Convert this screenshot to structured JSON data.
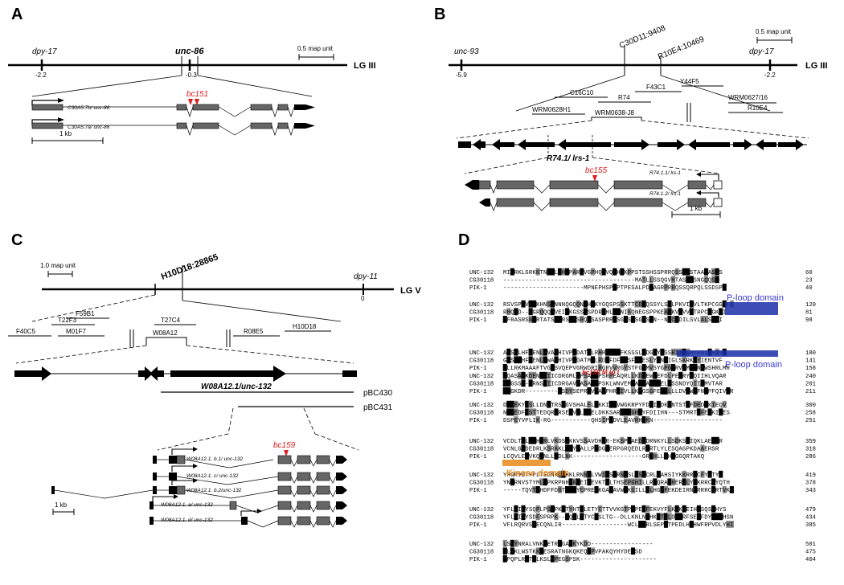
{
  "panels": {
    "a": {
      "letter": "A",
      "genes": {
        "dpy17": "dpy-17",
        "unc86": "unc-86"
      },
      "positions": {
        "dpy17": "-2.2",
        "unc86": "-0.3"
      },
      "scale": "0.5 map unit",
      "chrom": "LG III",
      "allele": "bc151",
      "transcripts": [
        "C30A5.7b/ unc-86",
        "C30A5.7a/ unc-86"
      ],
      "kb": "1 kb"
    },
    "b": {
      "letter": "B",
      "genes": {
        "unc93": "unc-93",
        "dpy17": "dpy-17"
      },
      "positions": {
        "unc93": "-5.9",
        "dpy17": "-2.2"
      },
      "snp": [
        "C30D11:9408",
        "R10E4:10469"
      ],
      "scale": "0.5 map unit",
      "chrom": "LG III",
      "cosmids": [
        "C16C10",
        "R74",
        "F43C1",
        "Y44F5",
        "WRM0628H1",
        "WRM0638-J8",
        "WRM0627/16",
        "R10E4"
      ],
      "gene": "R74.1/ lrs-1",
      "allele": "bc155",
      "transcripts": [
        "R74.1.1/ lrs-1",
        "R74.1.2/ lrs-1"
      ],
      "kb": "1 kb"
    },
    "c": {
      "letter": "C",
      "scale": "1.0 map unit",
      "snp": "H10D18:28865",
      "gene_dpy": "dpy-11",
      "pos_dpy": "0",
      "chrom": "LG V",
      "cosmids": [
        "T22F3",
        "F59B1",
        "T27C4",
        "F40C5",
        "M01F7",
        "W08A12",
        "R08E5",
        "H10D18"
      ],
      "gene": "W08A12.1/unc-132",
      "plasmids": [
        "pBC430",
        "pBC431"
      ],
      "allele": "bc159",
      "transcripts": [
        "W08A12.1. b.1/ unc-132",
        "W08A12.1. c/ unc-132",
        "W08A12.1. b.2/unc-132",
        "W08A12.1. a/ unc-132",
        "W08A12.1. d/ unc-132"
      ],
      "kb": "1 kb"
    },
    "d": {
      "letter": "D",
      "domains": {
        "ploop": "P-loop domain",
        "kinase": "Kinase domain"
      },
      "mutation": "bc159 M to I",
      "blocks": [
        {
          "rows": [
            {
              "name": "UNC-132",
              "seq": "MIARKLGRKKTNKSLKHPPARTVGPHQPVQPHAKPPSTSSHSSPRRQSSRSSTAAAASNS",
              "num": "60"
            },
            {
              "name": "CG30118",
              "seq": "------------------------------------MATLLSSQGVHTASSTSNGQQSQ",
              "num": "23"
            },
            {
              "name": "PIK-1",
              "seq": "----------------------MPNEPHSPIPTPESALPDPAGRPRRQSSQRPQLSSDSPS",
              "num": "40"
            }
          ]
        },
        {
          "rows": [
            {
              "name": "UNC-132",
              "seq": "RSVSPIVRIKHNSQNNNQGQQNFHRKYGQSPSSKTTCDSQSSYLSSLPKVIVVLTKPCGGKTI",
              "num": "120"
            },
            {
              "name": "CG30118",
              "seq": "RHQQD--RGRQQQQVEIKKGSSPSPDRHHLDLNIKQNEGSPPKEAPKVIVVLTRPCGGKTI",
              "num": "81"
            },
            {
              "name": "PIK-1",
              "seq": "AFRASRSNSRTATSHSRSSTSRQNSASPRRKSGGSSSGSSNN--NPCADILSVLALSKII",
              "num": "98"
            }
          ]
        },
        {
          "rows": [
            {
              "name": "UNC-132",
              "seq": "AQSLLHFFENLGVAMHIVPEDATLLRHRGEPQFKSSSLGDGQYVSSRITHLHYRNIEHTVF",
              "num": "180"
            },
            {
              "name": "CG30118",
              "seq": "GQSLCHFFENLGWAMHIVPEDATMCLRDGFDFKSSFLPESLYHNTIGLSKRKAYIENTVF",
              "num": "141"
            },
            {
              "name": "PIK-1",
              "seq": "SLLRKMAAAFTVGVSVQEPVGRWDRIRGRVVRGYSTFGGMVSYGPGERVRMTHNWWSHRLMR",
              "num": "158"
            }
          ]
        },
        {
          "rows": [
            {
              "name": "UNC-132",
              "seq": "NQASAIKDENDLIICDRGMLDPSAYSPSRPEAQRLLKDLEWEEFDLPESRYYQIIHLVQAR",
              "num": "240"
            },
            {
              "name": "CG30118",
              "seq": "KEGSSS-KRNSLIICDRGAVDASAYSPSKLWNVEMPAKVAKEFELPSSNDYQIIHMVTAR",
              "num": "201"
            },
            {
              "name": "PIK-1",
              "seq": "KEGKDR---------ISDYSEPRNVPAKPHRVIVLLKKGSGFEGRLLLDVKWFFNSPFQIVLR",
              "num": "211"
            }
          ]
        },
        {
          "rows": [
            {
              "name": "UNC-132",
              "seq": "DGAEKYYSLLDNATRSEGVSHALELDKKIRSVWGKRPYFDIIHDKNNTSTSFDEDNKIEQV",
              "num": "300"
            },
            {
              "name": "CG30118",
              "seq": "NGAEDFYSTTEDQRTRSEGVSLAVELDKKSARAVWGHPYFDIIHN---STMRTSFEEKIRES",
              "num": "258"
            },
            {
              "name": "PIK-1",
              "seq": "DSPEYVPLIK-RG-----------QHSIPRDVLEAVRHGKN-------------------",
              "num": "251"
            }
          ]
        },
        {
          "rows": [
            {
              "name": "UNC-132",
              "seq": "VCDLTSLRSHDRLVKDSKKKVSSAVDHKR-EKSPEAEDLDRNKYLLSDKSNIQKLAERSR",
              "num": "359"
            },
            {
              "name": "CG30118",
              "seq": "VCNLGIDEDRLKSRAKLAVYNALLPPDGSERPGRQEDLRTRTLYLESQAGPKDAAERSR",
              "num": "318"
            },
            {
              "name": "PIK-1",
              "seq": "LCQVLEQVKQKNLLEDLNK-------------------GRKHLLRHGGGQRTAKQ",
              "num": "286"
            }
          ]
        },
        {
          "rows": [
            {
              "name": "UNC-132",
              "seq": "YHGRVSTYPLTEGNKQVKKLRNNSLVWIGSFRNSSLVSDCRLRAHSIYKKRRRCFYVTYH",
              "num": "419"
            },
            {
              "name": "CG30118",
              "seq": "YNKRNVSTYMLTPKRPNHGKSEIVEVKTQLTHSEPGHILLRGQRADHERELYRKRRCFYQTH",
              "num": "378"
            },
            {
              "name": "PIK-1",
              "seq": "-----TQVTYHDFFDGTPNRYCPRENKGARAVWLKGILLYLHGIFEKDEIRNKRRRCFRTVKK",
              "num": "343"
            }
          ]
        },
        {
          "rows": [
            {
              "name": "UNC-132",
              "seq": "YFLDIIYSQPLPSDPKQTYHTELETYCTTVVKGTPIPESFEKVYFLKRKTEIHDSQSHHYS",
              "num": "479"
            },
            {
              "name": "CG30118",
              "seq": "YFLDIIYSDFSPRPK--KQTLETYCSSLTG--DLLKNLNTHKPTYLDKLRFSEDFDYRSTHSN",
              "num": "434"
            },
            {
              "name": "PIK-1",
              "seq": "VFLRQRVSSECQNLIR------------------WCLALRLSEPRTPEDLHLHWFRPVDLYHI",
              "num": "385"
            }
          ]
        },
        {
          "rows": [
            {
              "name": "UNC-132",
              "seq": "LSKYNRALVNKQETRAGADKYKDD-----------------",
              "num": "501"
            },
            {
              "name": "CG30118",
              "seq": "SLKKLWSTKKSESRATNGKQKEQSPVPAKQYHYDENSD",
              "num": "475"
            },
            {
              "name": "PIK-1",
              "seq": "SPQPLRETNLKSLSPEGSPSK---------------------",
              "num": "404"
            }
          ]
        }
      ]
    }
  }
}
